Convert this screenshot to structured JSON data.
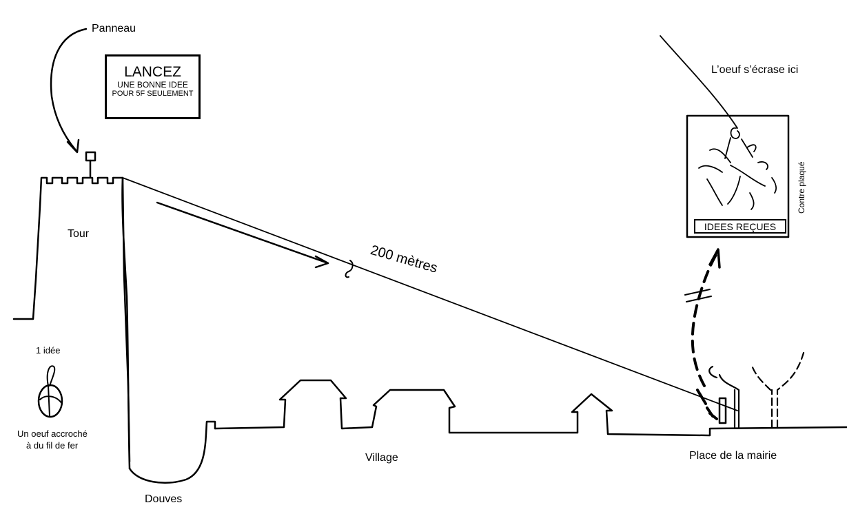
{
  "labels": {
    "panneau": "Panneau",
    "tour": "Tour",
    "distance": "200 mètres",
    "oeuf_ecrase": "L’oeuf s’écrase ici",
    "contre_plaque": "Contre plaqué",
    "idees_recues": "IDEES REÇUES",
    "une_idee": "1 idée",
    "oeuf_line1": "Un oeuf accroché",
    "oeuf_line2": "à du fil de fer",
    "village": "Village",
    "douves": "Douves",
    "place_mairie": "Place de la mairie"
  },
  "sign": {
    "line1": "LANCEZ",
    "line2": "UNE BONNE IDEE",
    "line3": "POUR 5F SEULEMENT"
  }
}
